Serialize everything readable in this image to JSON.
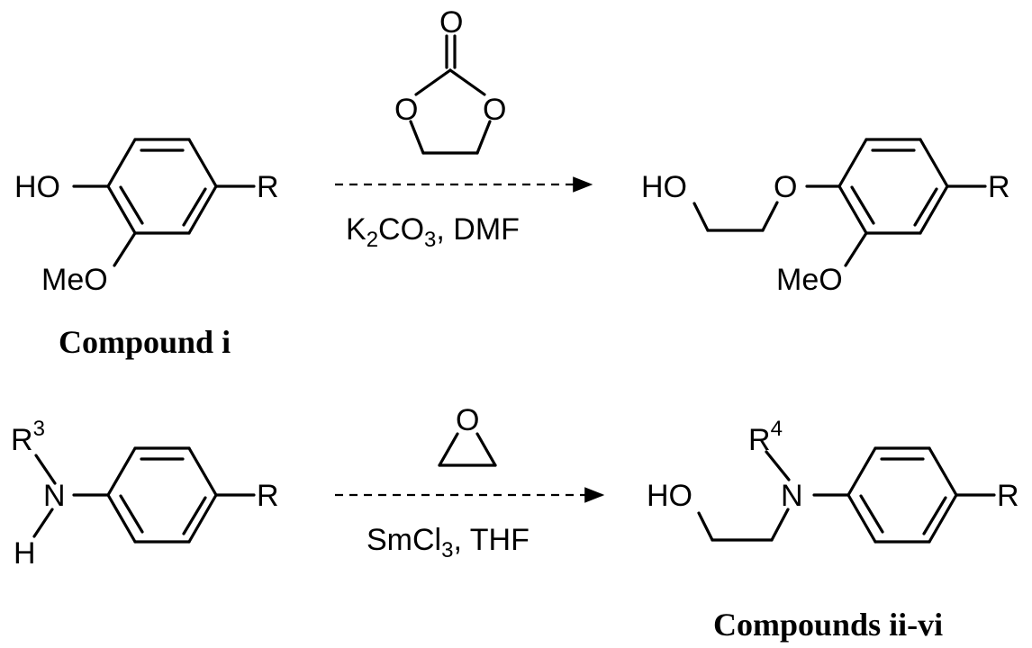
{
  "reaction1": {
    "reactant": {
      "ho": "HO",
      "meo": "MeO",
      "r": "R"
    },
    "reagent_ring": {
      "o_top": "O",
      "o_left": "O",
      "o_right": "O"
    },
    "conditions": {
      "k": "K",
      "k_sub": "2",
      "co": "CO",
      "co_sub": "3",
      "rest": ", DMF"
    },
    "product": {
      "ho": "HO",
      "o_ether": "O",
      "meo": "MeO",
      "r": "R"
    },
    "label": "Compound i"
  },
  "reaction2": {
    "reactant": {
      "r_prefix": "R",
      "r_sup": "3",
      "n": "N",
      "h": "H",
      "r": "R"
    },
    "reagent_ring": {
      "o": "O"
    },
    "conditions": {
      "smcl": "SmCl",
      "smcl_sub": "3",
      "rest": ", THF"
    },
    "product": {
      "r_prefix": "R",
      "r_sup": "4",
      "ho": "HO",
      "n": "N",
      "r": "R"
    },
    "label": "Compounds ii-vi"
  }
}
